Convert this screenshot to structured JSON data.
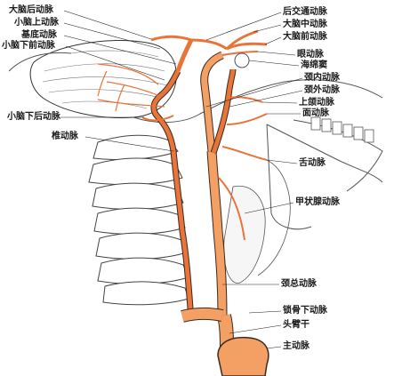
{
  "labels": {
    "posterior_cerebral_artery": "大脑后动脉",
    "superior_cerebellar_artery": "小脑上动脉",
    "basilar_artery": "基底动脉",
    "anterior_inferior_cerebellar_artery": "小脑下前动脉",
    "posterior_inferior_cerebellar_artery": "小脑下后动脉",
    "vertebral_artery": "椎动脉",
    "posterior_communicating_artery": "后交通动脉",
    "middle_cerebral_artery": "大脑中动脉",
    "anterior_cerebral_artery": "大脑前动脉",
    "ophthalmic_artery": "眼动脉",
    "cavernous_sinus": "海绵窦",
    "internal_carotid_artery": "颈内动脉",
    "external_carotid_artery": "颈外动脉",
    "maxillary_artery": "上颌动脉",
    "facial_artery": "面动脉",
    "lingual_artery": "舌动脉",
    "superior_thyroid_artery": "甲状腺动脉",
    "common_carotid_artery": "颈总动脉",
    "subclavian_artery": "锁骨下动脉",
    "brachiocephalic_trunk": "头臂干",
    "aorta": "主动脉"
  },
  "colors": {
    "artery": "#e8743a",
    "artery_light": "#f4a064",
    "outline": "#3a2a20",
    "bone_line": "#555555"
  }
}
